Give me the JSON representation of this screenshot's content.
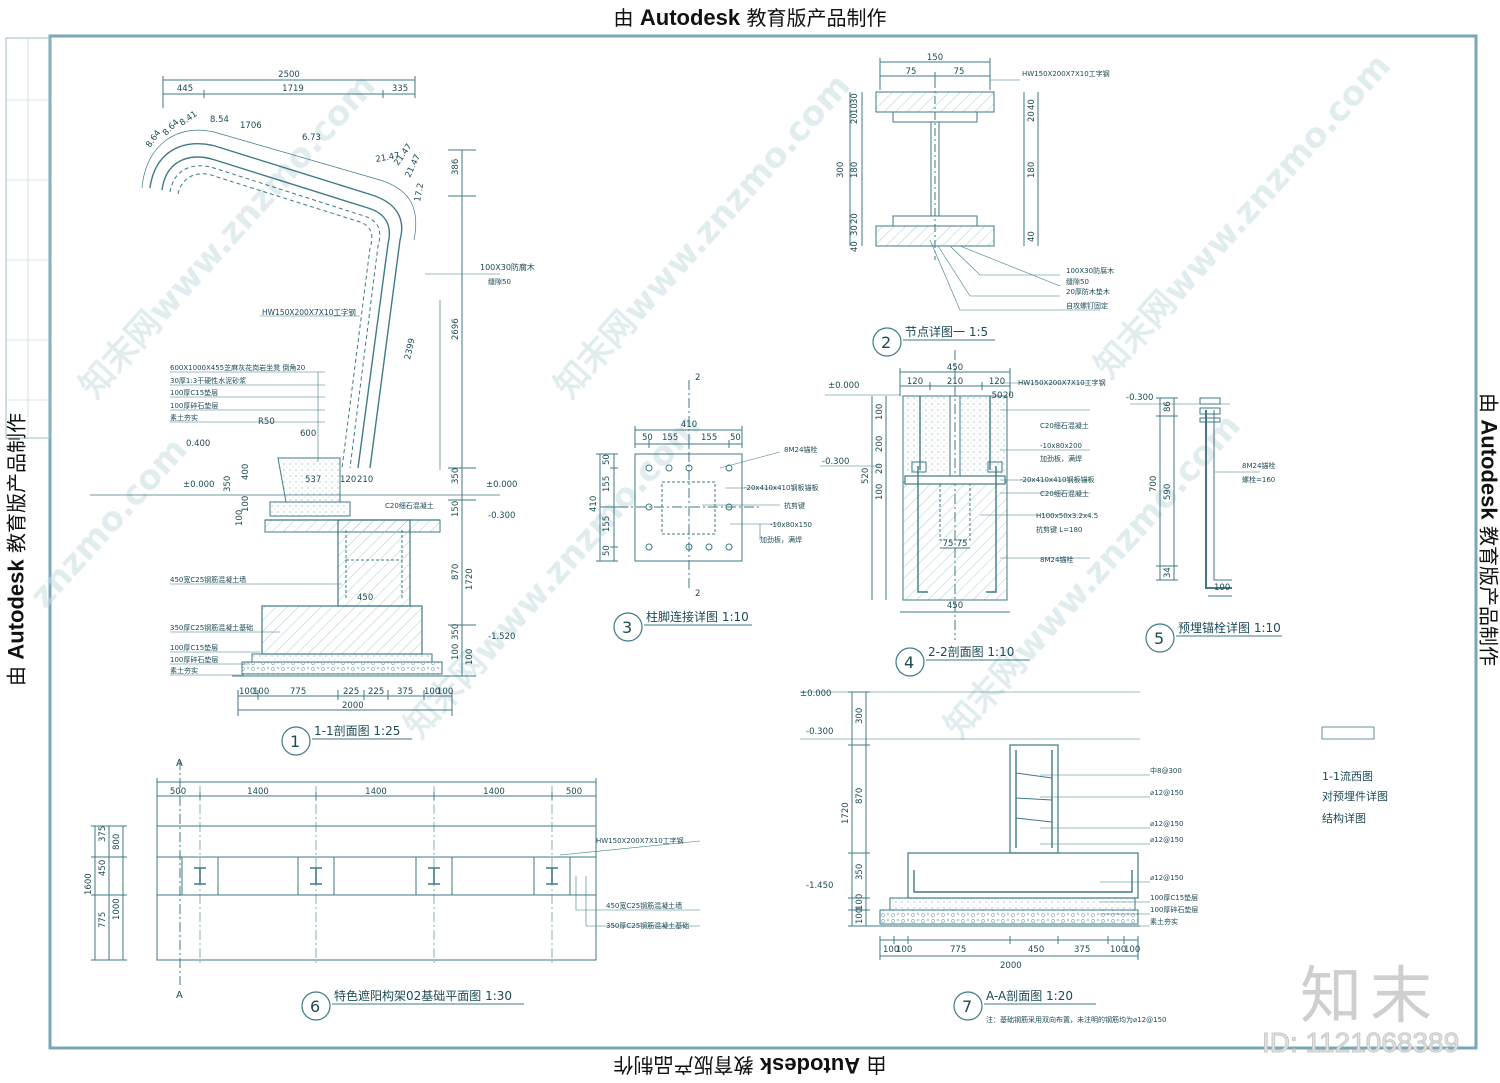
{
  "stamp": {
    "prefix": "由",
    "brand": "Autodesk",
    "suffix": "教育版产品制作"
  },
  "colors": {
    "line": "#3f7a86",
    "frame": "#7aa7b3",
    "hatch": "#9cbcc4",
    "text": "#1c4a55",
    "stamp": "#111111",
    "watermark": "#c9dde2"
  },
  "watermark": {
    "text": "知末网www.znzmo.com",
    "short": "znzmo.com"
  },
  "logo": {
    "text": "知末",
    "id": "ID: 1121068389"
  },
  "titles": [
    {
      "num": "1",
      "label": "1-1剖面图 1:25"
    },
    {
      "num": "2",
      "label": "节点详图一 1:5"
    },
    {
      "num": "3",
      "label": "柱脚连接详图 1:10"
    },
    {
      "num": "4",
      "label": "2-2剖面图 1:10"
    },
    {
      "num": "5",
      "label": "预埋锚栓详图 1:10"
    },
    {
      "num": "6",
      "label": "特色遮阳构架02基础平面图 1:30"
    },
    {
      "num": "7",
      "label": "A-A剖面图 1:20"
    }
  ],
  "legend_box": {
    "lines": [
      "1-1流西图",
      "对预埋件详图",
      "结构详图"
    ]
  },
  "d1": {
    "top_dims": [
      "2500",
      "445",
      "1719",
      "335"
    ],
    "arc_dims": [
      "8.64",
      "8.64",
      "8.41",
      "8.54",
      "1706",
      "6.73",
      "21.47",
      "21.47",
      "21.47",
      "17.2"
    ],
    "right_dims": [
      "386",
      "2696",
      "2399",
      "350",
      "150",
      "870",
      "1720",
      "350",
      "100",
      "100"
    ],
    "left_dims": [
      "400",
      "350",
      "100",
      "100"
    ],
    "bottom_dims": [
      "100",
      "100",
      "775",
      "225",
      "225",
      "375",
      "100",
      "100",
      "2000"
    ],
    "mid_dims": [
      "600",
      "537",
      "120",
      "210",
      "450",
      "R50"
    ],
    "levels": [
      "0.400",
      "±0.000",
      "±0.000",
      "-0.300",
      "-1.520"
    ],
    "notes": [
      "100X30防腐木",
      "缝隙50",
      "HW150X200X7X10工字钢",
      "600X1000X455芝麻灰花岗岩坐凳 倒角20",
      "30厚1:3干硬性水泥砂浆",
      "100厚C15垫层",
      "100厚碎石垫层",
      "素土夯实",
      "C20细石混凝土",
      "450宽C25钢筋混凝土墙",
      "350厚C25钢筋混凝土基础",
      "100厚C15垫层",
      "100厚碎石垫层",
      "素土夯实"
    ]
  },
  "d2": {
    "dims": [
      "150",
      "75",
      "75",
      "30",
      "10",
      "20",
      "180",
      "300",
      "40",
      "20",
      "40",
      "30",
      "20",
      "180",
      "40"
    ],
    "notes": [
      "HW150X200X7X10工字钢",
      "100X30防腐木",
      "缝隙50",
      "20厚防木垫木",
      "自攻螺钉固定"
    ]
  },
  "d3": {
    "dims": [
      "410",
      "50",
      "155",
      "155",
      "50",
      "50",
      "155",
      "155",
      "50",
      "410"
    ],
    "section": "2",
    "notes": [
      "8M24锚栓",
      "-20x410x410钢板锚板",
      "抗剪键",
      "-10x80x150",
      "加劲板，满焊"
    ]
  },
  "d4": {
    "dims": [
      "450",
      "120",
      "210",
      "120",
      "50",
      "20",
      "100",
      "200",
      "20",
      "100",
      "520",
      "75",
      "75",
      "450"
    ],
    "levels": [
      "±0.000",
      "-0.300"
    ],
    "notes": [
      "HW150X200X7X10工字钢",
      "C20细石混凝土",
      "-10x80x200",
      "加劲板，满焊",
      "-20x410x410钢板锚板",
      "C20细石混凝土",
      "H100x50x3.2x4.5",
      "抗剪键 L=180",
      "8M24锚栓"
    ]
  },
  "d5": {
    "dims": [
      "86",
      "700",
      "590",
      "34",
      "100"
    ],
    "levels": [
      "-0.300"
    ],
    "notes": [
      "8M24锚栓",
      "螺栓=160"
    ]
  },
  "d6": {
    "top_dims": [
      "500",
      "1400",
      "1400",
      "1400",
      "500"
    ],
    "left_dims": [
      "375",
      "450",
      "775",
      "800",
      "1000",
      "1600"
    ],
    "section": "A",
    "notes": [
      "HW150X200X7X10工字钢",
      "450宽C25钢筋混凝土墙",
      "350厚C25钢筋混凝土基础"
    ]
  },
  "d7": {
    "levels": [
      "±0.000",
      "-0.300",
      "-1.450"
    ],
    "dims": [
      "300",
      "870",
      "1720",
      "350",
      "100",
      "100",
      "100",
      "100",
      "775",
      "450",
      "375",
      "100",
      "100",
      "2000"
    ],
    "notes": [
      "中8@300",
      "⌀12@150",
      "⌀12@150",
      "⌀12@150",
      "⌀12@150",
      "100厚C15垫层",
      "100厚碎石垫层",
      "素土夯实"
    ],
    "footnote": "注：基础钢筋采用双向布置，未注明的钢筋均为⌀12@150"
  }
}
